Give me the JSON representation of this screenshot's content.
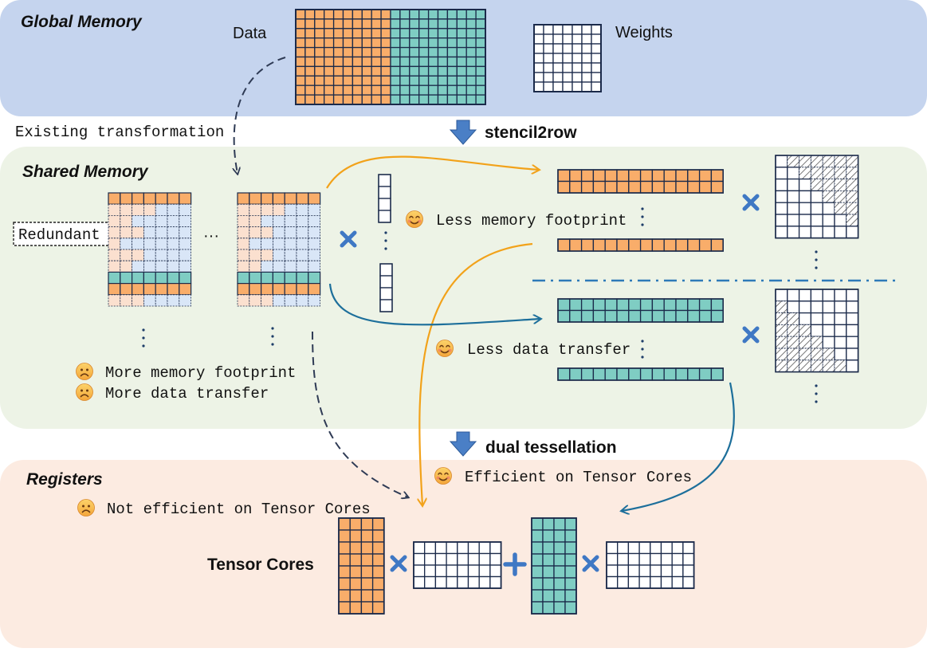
{
  "colors": {
    "orange": "#f9ad6a",
    "teal": "#7fcdc3",
    "light_orange": "#fbe0cf",
    "light_blue": "#d9e6f7",
    "grid_stroke": "#1b2a4a",
    "global_bg": "#c5d4ee",
    "shared_bg": "#edf3e6",
    "registers_bg": "#fcebe1",
    "arrow_orange": "#f2a21a",
    "arrow_blue": "#1d6f9b",
    "arrow_dark": "#2f3b55",
    "cross_blue": "#3f78c4"
  },
  "regions": {
    "global": {
      "title": "Global Memory"
    },
    "shared": {
      "title": "Shared Memory"
    },
    "registers": {
      "title": "Registers"
    }
  },
  "labels": {
    "data": "Data",
    "weights": "Weights",
    "existing_transformation": "Existing transformation",
    "redundant": "Redundant",
    "ellipsis": "···",
    "tensor_cores": "Tensor Cores"
  },
  "steps": {
    "stencil2row": "stencil2row",
    "dual_tessellation": "dual tessellation"
  },
  "notes": {
    "less_memory_footprint": {
      "text": "Less memory footprint",
      "icon": "smile-emoji-icon"
    },
    "less_data_transfer": {
      "text": "Less data transfer",
      "icon": "smile-emoji-icon"
    },
    "more_memory_footprint": {
      "text": "More memory footprint",
      "icon": "frown-emoji-icon"
    },
    "more_data_transfer": {
      "text": "More data transfer",
      "icon": "frown-emoji-icon"
    },
    "efficient_tensor_cores": {
      "text": "Efficient on Tensor Cores",
      "icon": "smile-emoji-icon"
    },
    "not_efficient_tensor_cores": {
      "text": "Not efficient on Tensor Cores",
      "icon": "frown-emoji-icon"
    }
  }
}
